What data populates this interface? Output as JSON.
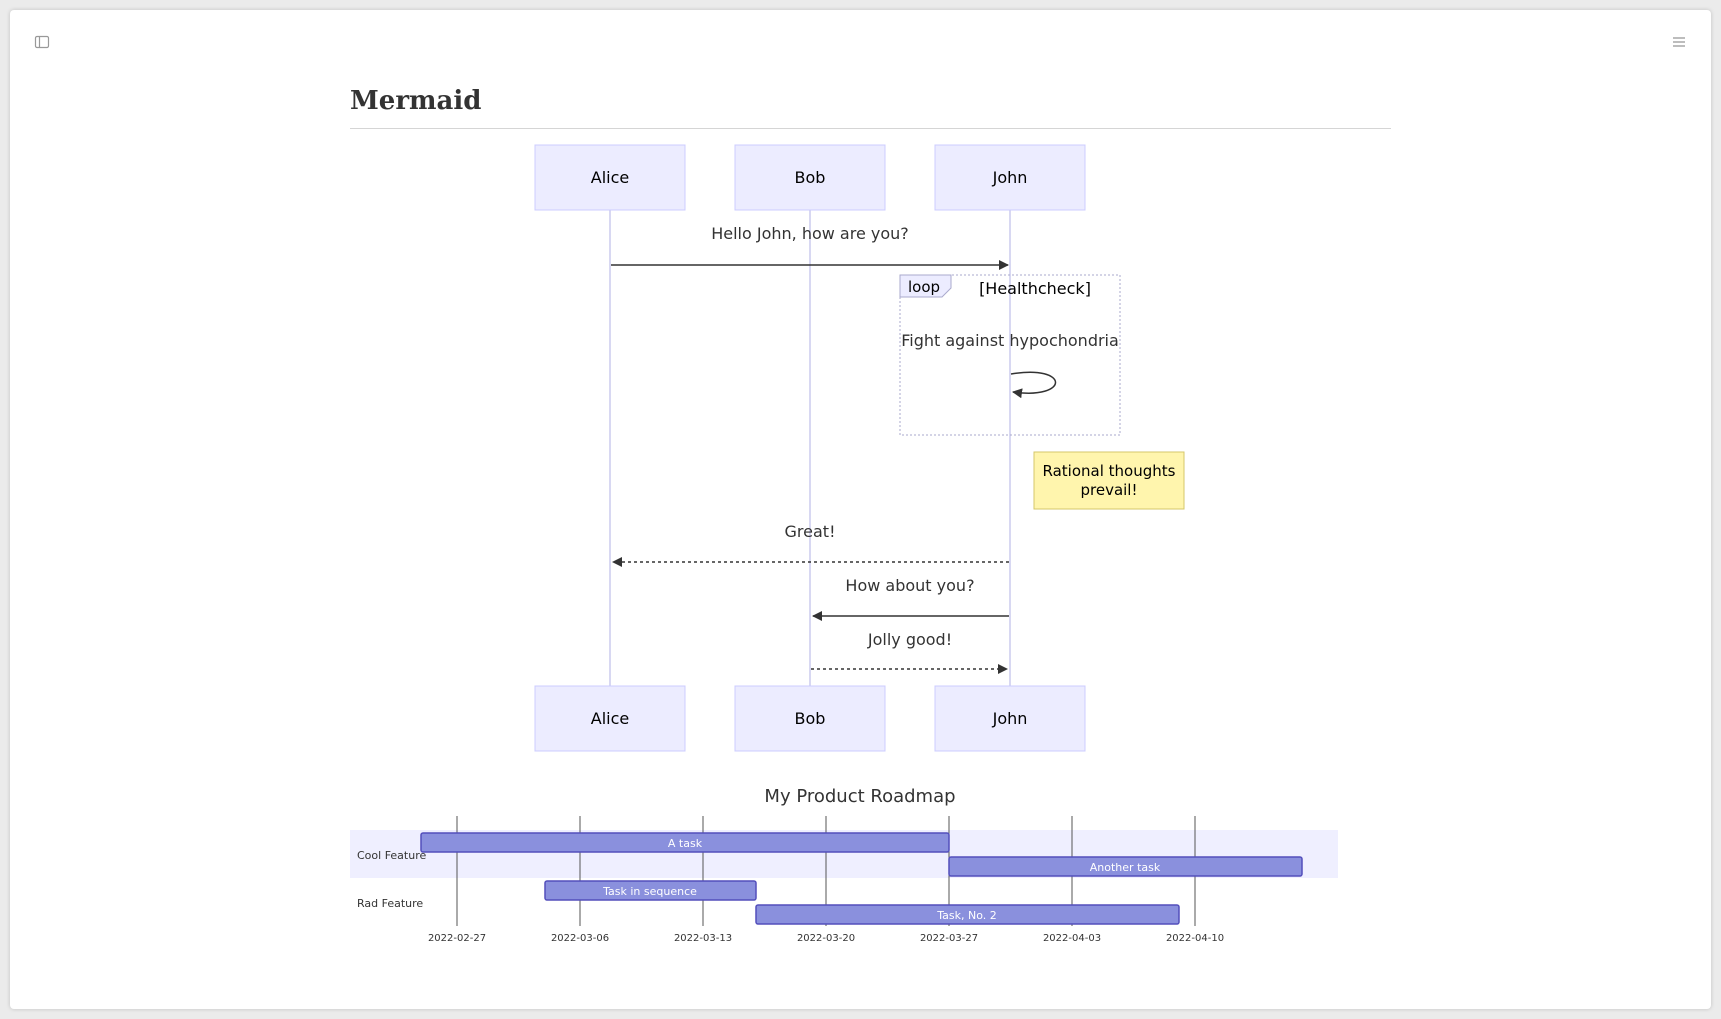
{
  "toolbar": {
    "left_icon": "sidebar-toggle-icon",
    "right_icon": "menu-icon"
  },
  "page": {
    "title": "Mermaid"
  },
  "sequence": {
    "participants": [
      "Alice",
      "Bob",
      "John"
    ],
    "messages": [
      {
        "from": "Alice",
        "to": "John",
        "text": "Hello John, how are you?",
        "style": "solid"
      },
      {
        "from": "John",
        "to": "John",
        "text": "Fight against hypochondria",
        "style": "solid"
      },
      {
        "from": "John",
        "to": "Alice",
        "text": "Great!",
        "style": "dotted"
      },
      {
        "from": "John",
        "to": "Bob",
        "text": "How about you?",
        "style": "solid"
      },
      {
        "from": "Bob",
        "to": "John",
        "text": "Jolly good!",
        "style": "dotted"
      }
    ],
    "loop": {
      "label": "loop",
      "condition": "[Healthcheck]"
    },
    "note": {
      "line1": "Rational thoughts",
      "line2": "prevail!"
    }
  },
  "gantt": {
    "title": "My Product Roadmap",
    "sections": [
      "Cool Feature",
      "Rad Feature"
    ],
    "ticks": [
      "2022-02-27",
      "2022-03-06",
      "2022-03-13",
      "2022-03-20",
      "2022-03-27",
      "2022-04-03",
      "2022-04-10"
    ],
    "tasks": [
      {
        "name": "A task",
        "start": "2022-02-25",
        "end": "2022-03-27"
      },
      {
        "name": "Another task",
        "start": "2022-03-27",
        "end": "2022-04-16"
      },
      {
        "name": "Task in sequence",
        "start": "2022-03-04",
        "end": "2022-03-16"
      },
      {
        "name": "Task, No. 2",
        "start": "2022-03-16",
        "end": "2022-04-09"
      }
    ]
  },
  "colors": {
    "actor_fill": "#ececff",
    "actor_border": "#ccccff",
    "note_fill": "#fff5ad",
    "note_border": "#d4c76a",
    "task_fill": "#8a90dd",
    "task_border": "#534fbc",
    "section_band": "#efefff"
  }
}
